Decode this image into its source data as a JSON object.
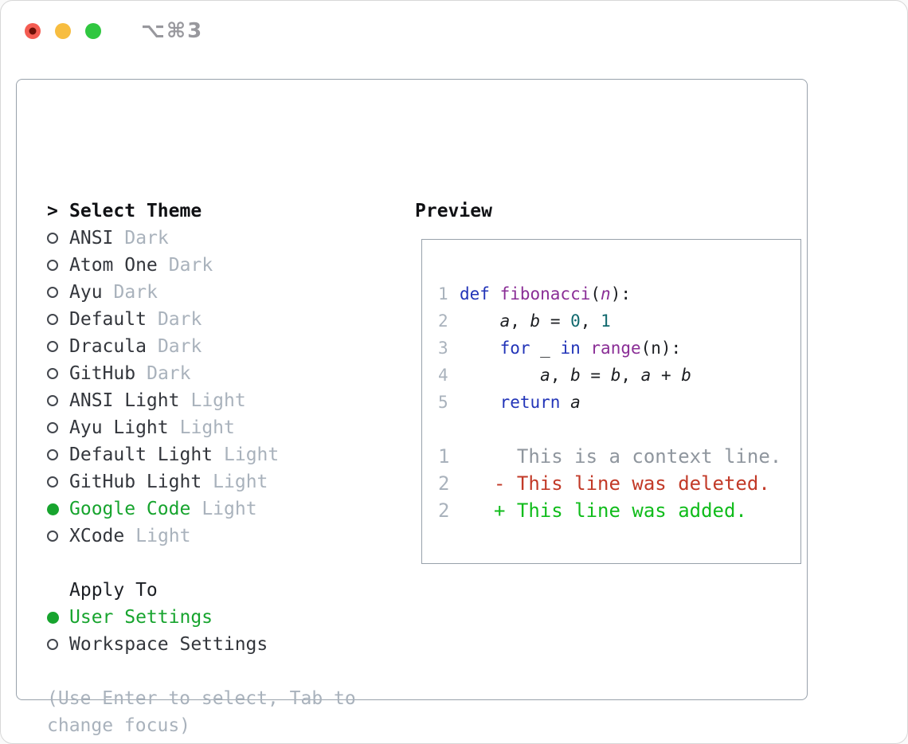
{
  "window": {
    "title": "⌥⌘3"
  },
  "theme_selector": {
    "header": {
      "prefix": ">",
      "label": "Select Theme"
    },
    "themes": [
      {
        "name": "ANSI",
        "variant": "Dark",
        "selected": false
      },
      {
        "name": "Atom One",
        "variant": "Dark",
        "selected": false
      },
      {
        "name": "Ayu",
        "variant": "Dark",
        "selected": false
      },
      {
        "name": "Default",
        "variant": "Dark",
        "selected": false
      },
      {
        "name": "Dracula",
        "variant": "Dark",
        "selected": false
      },
      {
        "name": "GitHub",
        "variant": "Dark",
        "selected": false
      },
      {
        "name": "ANSI Light",
        "variant": "Light",
        "selected": false
      },
      {
        "name": "Ayu Light",
        "variant": "Light",
        "selected": false
      },
      {
        "name": "Default Light",
        "variant": "Light",
        "selected": false
      },
      {
        "name": "GitHub Light",
        "variant": "Light",
        "selected": false
      },
      {
        "name": "Google Code",
        "variant": "Light",
        "selected": true
      },
      {
        "name": "XCode",
        "variant": "Light",
        "selected": false
      }
    ]
  },
  "apply_to": {
    "label": "Apply To",
    "options": [
      {
        "name": "User Settings",
        "selected": true
      },
      {
        "name": "Workspace Settings",
        "selected": false
      }
    ]
  },
  "footer": {
    "hint_line1": "(Use Enter to select, Tab to",
    "hint_line2": "change focus)"
  },
  "preview": {
    "label": "Preview",
    "code_lines": [
      {
        "number": "1",
        "tokens": [
          {
            "text": "def ",
            "style": "kw"
          },
          {
            "text": "fibonacci",
            "style": "fn"
          },
          {
            "text": "(",
            "style": "pl"
          },
          {
            "text": "n",
            "style": "param"
          },
          {
            "text": "):",
            "style": "pl"
          }
        ]
      },
      {
        "number": "2",
        "tokens": [
          {
            "text": "    ",
            "style": "pl"
          },
          {
            "text": "a",
            "style": "var"
          },
          {
            "text": ", ",
            "style": "pl"
          },
          {
            "text": "b",
            "style": "var"
          },
          {
            "text": " = ",
            "style": "pl"
          },
          {
            "text": "0",
            "style": "num"
          },
          {
            "text": ", ",
            "style": "pl"
          },
          {
            "text": "1",
            "style": "num"
          }
        ]
      },
      {
        "number": "3",
        "tokens": [
          {
            "text": "    ",
            "style": "pl"
          },
          {
            "text": "for",
            "style": "kw"
          },
          {
            "text": " _ ",
            "style": "pl"
          },
          {
            "text": "in",
            "style": "kw"
          },
          {
            "text": " ",
            "style": "pl"
          },
          {
            "text": "range",
            "style": "fn"
          },
          {
            "text": "(n):",
            "style": "pl"
          }
        ]
      },
      {
        "number": "4",
        "tokens": [
          {
            "text": "        ",
            "style": "pl"
          },
          {
            "text": "a",
            "style": "var"
          },
          {
            "text": ", ",
            "style": "pl"
          },
          {
            "text": "b",
            "style": "var"
          },
          {
            "text": " = ",
            "style": "pl"
          },
          {
            "text": "b",
            "style": "var"
          },
          {
            "text": ", ",
            "style": "pl"
          },
          {
            "text": "a",
            "style": "var"
          },
          {
            "text": " + ",
            "style": "pl"
          },
          {
            "text": "b",
            "style": "var"
          }
        ]
      },
      {
        "number": "5",
        "tokens": [
          {
            "text": "    ",
            "style": "pl"
          },
          {
            "text": "return",
            "style": "kw"
          },
          {
            "text": " ",
            "style": "pl"
          },
          {
            "text": "a",
            "style": "var"
          }
        ]
      }
    ],
    "diff_lines": [
      {
        "number": "1",
        "sign": " ",
        "text": "This is a context line.",
        "type": "context"
      },
      {
        "number": "2",
        "sign": "-",
        "text": "This line was deleted.",
        "type": "deleted"
      },
      {
        "number": "2",
        "sign": "+",
        "text": "This line was added.",
        "type": "added"
      }
    ]
  },
  "colors": {
    "selected_green": "#17a42e",
    "added_green": "#10bc1b",
    "deleted_red": "#c23a28",
    "context_gray": "#8f969e",
    "muted_gray": "#a9b2bc",
    "keyword_blue": "#2234b8",
    "function_purple": "#8a2e96",
    "number_teal": "#11696e",
    "panel_border": "#98a1ab",
    "traffic_red": "#f45c52",
    "traffic_yellow": "#f7bd40",
    "traffic_green": "#30c740"
  }
}
